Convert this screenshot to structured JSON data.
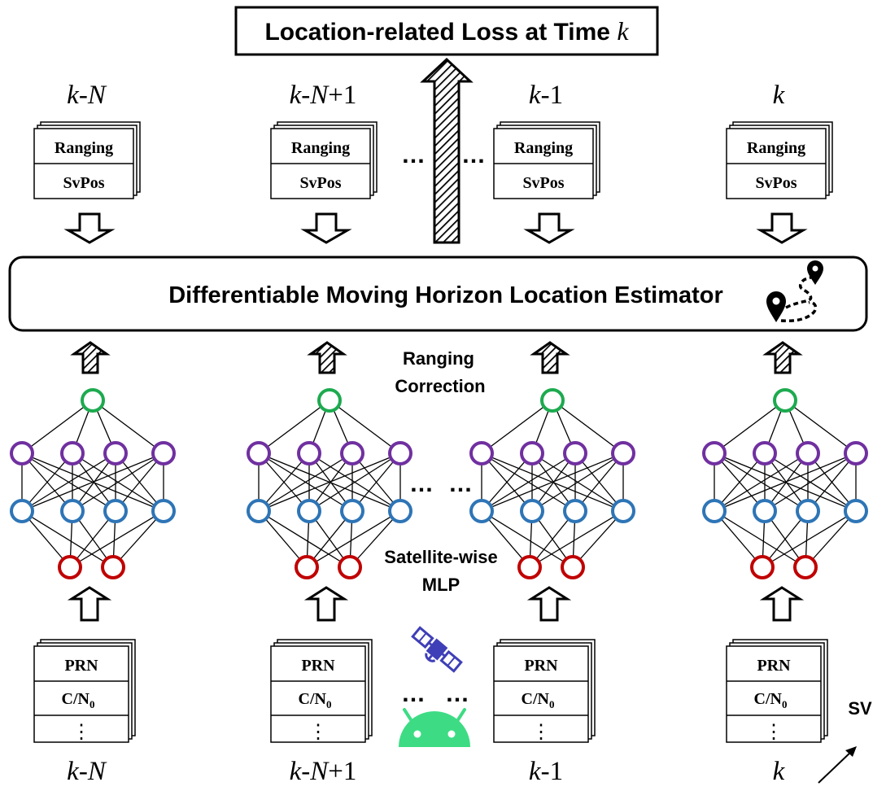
{
  "top_box": {
    "label_main": "Location-related Loss at Time ",
    "label_var": "k"
  },
  "estimator": {
    "label": "Differentiable Moving Horizon Location Estimator"
  },
  "annotations": {
    "ranging_correction_line1": "Ranging",
    "ranging_correction_line2": "Correction",
    "mlp_line1": "Satellite-wise",
    "mlp_line2": "MLP",
    "sv_label": "SV",
    "ellipsis": "…"
  },
  "out_card": {
    "ranging": "Ranging",
    "svpos": "SvPos"
  },
  "in_card": {
    "prn": "PRN",
    "cn0_main": "C/N",
    "cn0_sub": "0",
    "vdots": "⋮"
  },
  "columns": [
    {
      "k": "k",
      "rest": "-N"
    },
    {
      "k": "k",
      "rest": "-N+1"
    },
    {
      "k": "k",
      "rest": "-1"
    },
    {
      "k": "k",
      "rest": ""
    }
  ],
  "colors": {
    "output_node": "#1daa4f",
    "hidden2_node": "#7030a0",
    "hidden1_node": "#2e75b6",
    "input_node": "#c00000",
    "satellite": "#3f3fb8",
    "android": "#3ddc84"
  }
}
